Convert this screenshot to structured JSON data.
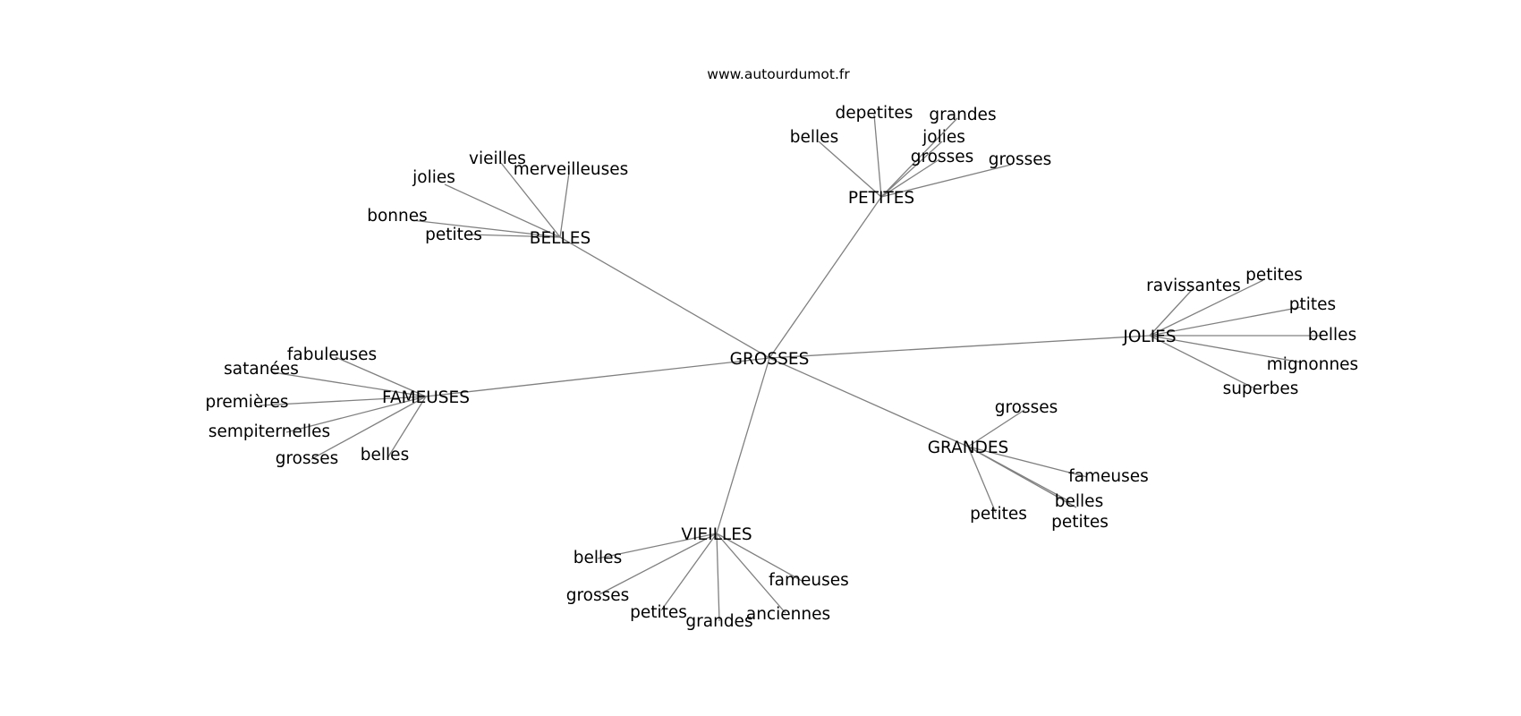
{
  "site_label": "www.autourdumot.fr",
  "graph": {
    "center": "GROSSES",
    "clusters": [
      {
        "name": "BELLES",
        "children": [
          "vieilles",
          "merveilleuses",
          "jolies",
          "bonnes",
          "petites"
        ]
      },
      {
        "name": "PETITES",
        "children": [
          "depetites",
          "grandes",
          "belles",
          "jolies",
          "grosses",
          "grosses"
        ]
      },
      {
        "name": "JOLIES",
        "children": [
          "ravissantes",
          "petites",
          "ptites",
          "belles",
          "mignonnes",
          "superbes"
        ]
      },
      {
        "name": "FAMEUSES",
        "children": [
          "fabuleuses",
          "satanées",
          "premières",
          "sempiternelles",
          "grosses",
          "belles"
        ]
      },
      {
        "name": "GRANDES",
        "children": [
          "grosses",
          "fameuses",
          "belles",
          "petites",
          "petites"
        ]
      },
      {
        "name": "VIEILLES",
        "children": [
          "belles",
          "grosses",
          "petites",
          "grandes",
          "anciennes",
          "fameuses"
        ]
      }
    ]
  },
  "colors": {
    "edge": "#808080",
    "text": "#000000",
    "background": "#ffffff"
  }
}
